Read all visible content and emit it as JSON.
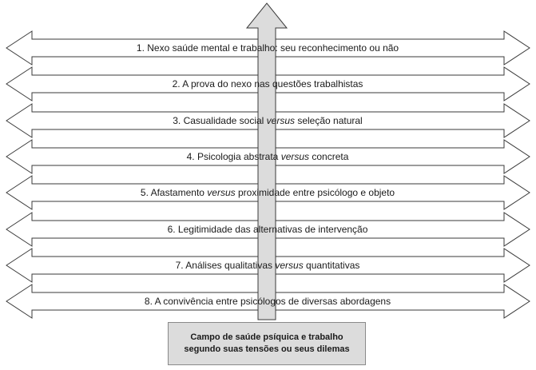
{
  "tensions": [
    {
      "number": "1.",
      "parts": [
        {
          "text": "Nexo saúde mental e trabalho: seu reconhecimento ou não",
          "italic": false
        }
      ]
    },
    {
      "number": "2.",
      "parts": [
        {
          "text": "A prova do nexo nas questões trabalhistas",
          "italic": false
        }
      ]
    },
    {
      "number": "3.",
      "parts": [
        {
          "text": "Casualidade social ",
          "italic": false
        },
        {
          "text": "versus",
          "italic": true
        },
        {
          "text": " seleção natural",
          "italic": false
        }
      ]
    },
    {
      "number": "4.",
      "parts": [
        {
          "text": "Psicologia abstrata ",
          "italic": false
        },
        {
          "text": "versus",
          "italic": true
        },
        {
          "text": " concreta",
          "italic": false
        }
      ]
    },
    {
      "number": "5.",
      "parts": [
        {
          "text": "Afastamento ",
          "italic": false
        },
        {
          "text": "versus",
          "italic": true
        },
        {
          "text": " proximidade entre psicólogo e objeto",
          "italic": false
        }
      ]
    },
    {
      "number": "6.",
      "parts": [
        {
          "text": "Legitimidade das alternativas de intervenção",
          "italic": false
        }
      ]
    },
    {
      "number": "7.",
      "parts": [
        {
          "text": "Análises qualitativas ",
          "italic": false
        },
        {
          "text": "versus",
          "italic": true
        },
        {
          "text": " quantitativas",
          "italic": false
        }
      ]
    },
    {
      "number": "8.",
      "parts": [
        {
          "text": "A convivência entre psicólogos de diversas abordagens",
          "italic": false
        }
      ]
    }
  ],
  "caption": {
    "line1": "Campo de saúde psíquica e trabalho",
    "line2": "segundo suas tensões ou seus dilemas"
  },
  "colors": {
    "stroke": "#3a3a3a",
    "central_arrow_fill": "#dcdcdc",
    "caption_fill": "#dcdcdc"
  }
}
